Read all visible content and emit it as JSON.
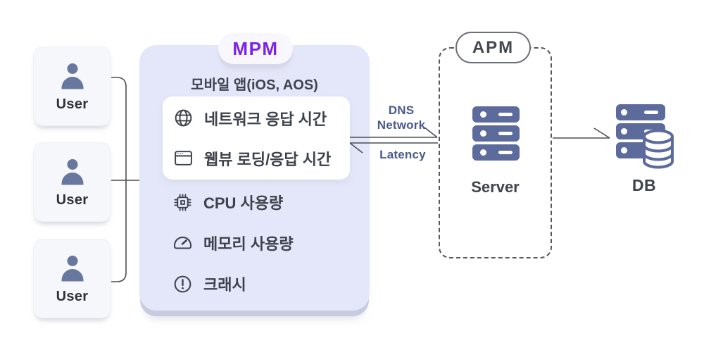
{
  "users": [
    {
      "label": "User"
    },
    {
      "label": "User"
    },
    {
      "label": "User"
    }
  ],
  "mpm": {
    "badge_label": "MPM",
    "subtitle": "모바일 앱(iOS, AOS)",
    "highlighted_metrics": [
      {
        "icon": "globe-icon",
        "label": "네트워크 응답 시간"
      },
      {
        "icon": "browser-window-icon",
        "label": "웹뷰 로딩/응답 시간"
      }
    ],
    "metrics": [
      {
        "icon": "cpu-chip-icon",
        "label": "CPU 사용량"
      },
      {
        "icon": "gauge-icon",
        "label": "메모리 사용량"
      },
      {
        "icon": "alert-circle-icon",
        "label": "크래시"
      }
    ]
  },
  "connections": {
    "request_label_line1": "DNS",
    "request_label_line2": "Network",
    "response_label": "Latency"
  },
  "apm": {
    "badge_label": "APM",
    "server_label": "Server"
  },
  "db": {
    "label": "DB"
  },
  "colors": {
    "accent_purple": "#7b22e8",
    "panel_lavender": "#e4e7f9",
    "icon_slate": "#5c6b9c",
    "connection_label_blue": "#4b5a8d",
    "line_gray": "#4b4e54",
    "text_dark": "#3d414b"
  }
}
